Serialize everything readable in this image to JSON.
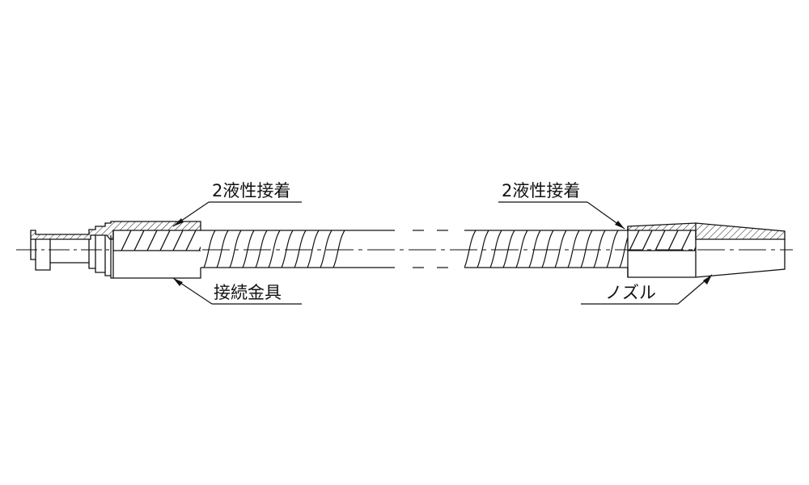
{
  "labels": {
    "adhesive_left": "2液性接着",
    "adhesive_right": "2液性接着",
    "fitting": "接続金具",
    "nozzle": "ノズル"
  },
  "colors": {
    "ink": "#111111",
    "background": "#ffffff"
  }
}
